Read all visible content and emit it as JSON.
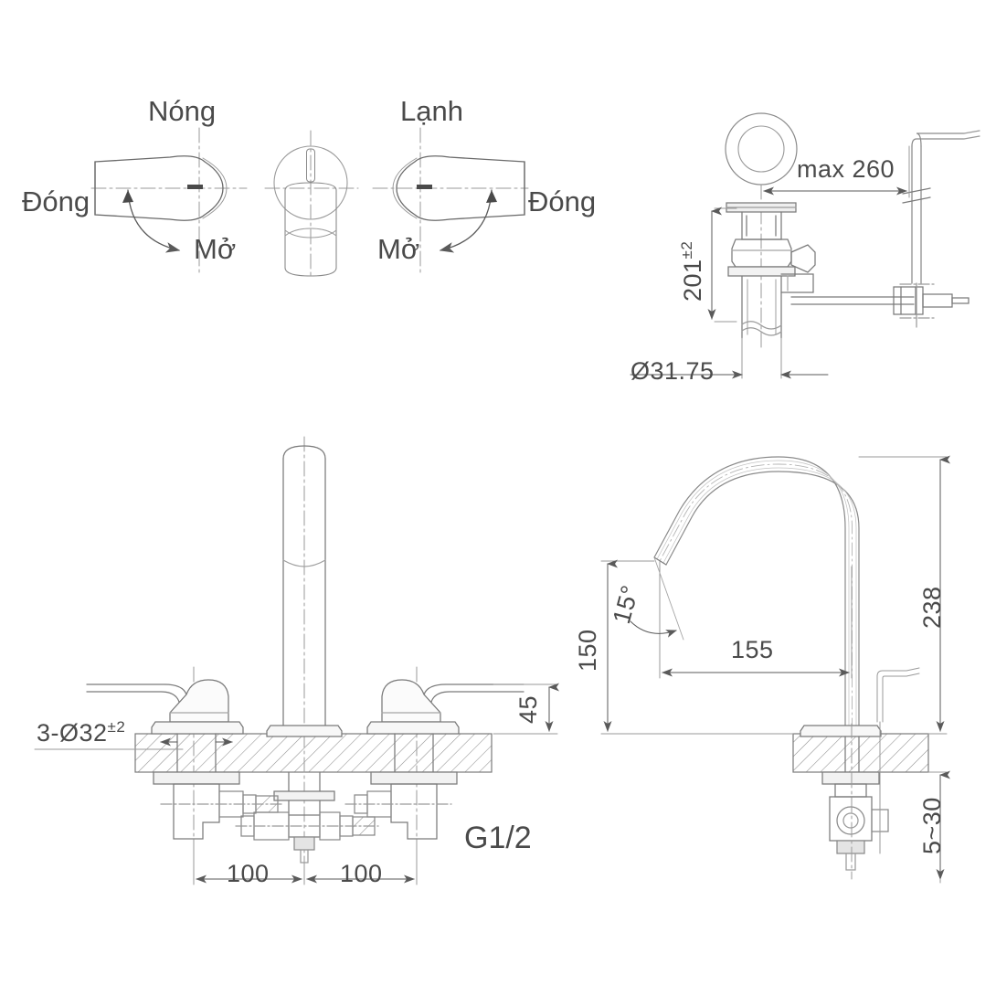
{
  "drawing": {
    "title": "Basin mixer faucet technical drawing",
    "line_color": "#6a6a6a",
    "text_color": "#4a4a4a",
    "hatch_color": "#8a8a8a",
    "background": "#ffffff"
  },
  "handle_diagram": {
    "hot_label": "Nóng",
    "cold_label": "Lạnh",
    "close_left": "Đóng",
    "close_right": "Đóng",
    "open_left": "Mở",
    "open_right": "Mở"
  },
  "drain_detail": {
    "max_length": "max 260",
    "height": "201",
    "height_tolerance": "±2",
    "diameter": "Ø31.75"
  },
  "front_view": {
    "hole_spec": "3-Ø32",
    "hole_tolerance": "±2",
    "spacing_left": "100",
    "spacing_right": "100",
    "handle_height": "45",
    "thread": "G1/2"
  },
  "side_view": {
    "total_height": "238",
    "spout_height": "150",
    "reach": "155",
    "angle": "15°",
    "counter_thickness": "5~30"
  },
  "icons": {
    "rotation_arrow": "curved-arrow-icon",
    "dimension_arrow": "dimension-arrow-icon",
    "brand_mark": "brand-logo-icon",
    "break_symbol": "break-line-icon"
  }
}
